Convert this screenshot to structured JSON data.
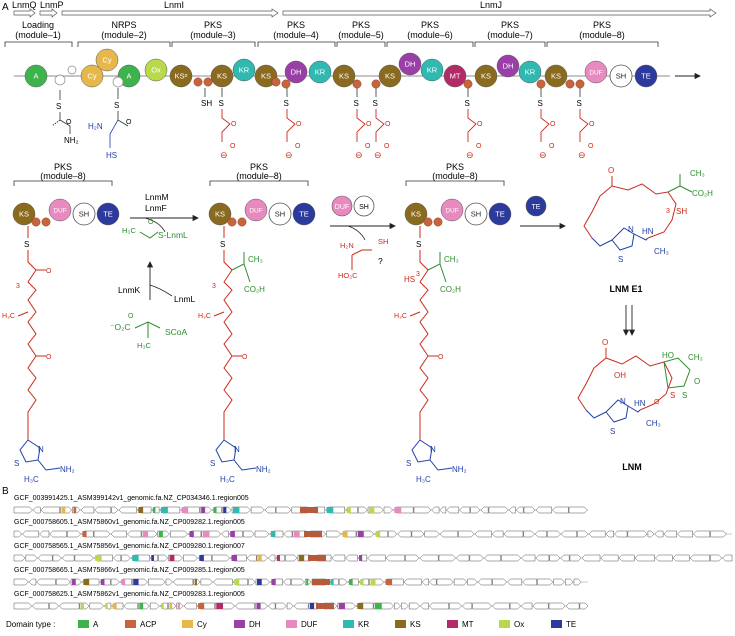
{
  "panel_labels": {
    "a": "A",
    "b": "B"
  },
  "genes": {
    "lnmq": "LnmQ",
    "lnmp": "LnmP",
    "lnmi": "LnmI",
    "lnmj": "LnmJ"
  },
  "modules": {
    "loading": [
      "Loading",
      "(module–1)"
    ],
    "nrps": [
      "NRPS",
      "(module–2)"
    ],
    "pks3": [
      "PKS",
      "(module–3)"
    ],
    "pks4": [
      "PKS",
      "(module–4)"
    ],
    "pks5": [
      "PKS",
      "(module–5)"
    ],
    "pks6": [
      "PKS",
      "(module–6)"
    ],
    "pks7": [
      "PKS",
      "(module–7)"
    ],
    "pks8": [
      "PKS",
      "(module–8)"
    ],
    "pks8_label": "PKS",
    "pks8_sub": "(module–8)"
  },
  "domains": {
    "A": "A",
    "Cy": "Cy",
    "Ox": "Ox",
    "KSq": "KSᵒ",
    "KS": "KS",
    "KR": "KR",
    "DH": "DH",
    "MT": "MT",
    "DUF": "DUF",
    "SH": "SH",
    "TE": "TE"
  },
  "chem": {
    "S": "S",
    "O": "O",
    "NH2": "NH₂",
    "H2N": "H₂N",
    "HS": "HS",
    "SH": "SH",
    "minus": "⊖",
    "three": "3",
    "H3C": "H₃C",
    "CO2H": "CO₂H",
    "HO2C": "HO₂C",
    "N": "N",
    "NH": "NH",
    "HN": "HN",
    "OH": "OH",
    "HO": "HO",
    "SLnmL": "S-LnmL",
    "SCoA": "SCoA",
    "O2C": "⁻O₂C",
    "Me": "H₃C",
    "CH3": "CH₃",
    "CH3b": "CH₃",
    "qmark": "?"
  },
  "enzymes": {
    "lnmm": "LnmM",
    "lnmf": "LnmF",
    "lnmk": "LnmK",
    "lnml": "LnmL"
  },
  "products": {
    "e1": "LNM E1",
    "lnm": "LNM"
  },
  "legend": {
    "title": "Domain type :",
    "items": [
      {
        "label": "A",
        "color": "#3cb44b"
      },
      {
        "label": "ACP",
        "color": "#c8643c"
      },
      {
        "label": "Cy",
        "color": "#e6b84c"
      },
      {
        "label": "DH",
        "color": "#9b3fa8"
      },
      {
        "label": "DUF",
        "color": "#e88ac0"
      },
      {
        "label": "KR",
        "color": "#2fb9b0"
      },
      {
        "label": "KS",
        "color": "#8a6a1f"
      },
      {
        "label": "MT",
        "color": "#b22a66"
      },
      {
        "label": "Ox",
        "color": "#b8d94a"
      },
      {
        "label": "TE",
        "color": "#2b3a9c"
      }
    ]
  },
  "clusters": [
    "GCF_003991425.1_ASM399142v1_genomic.fa.NZ_CP034346.1.region005",
    "GCF_000758605.1_ASM75860v1_genomic.fa.NZ_CP009282.1.region005",
    "GCF_000758565.1_ASM75856v1_genomic.fa.NZ_CP009280.1.region007",
    "GCF_000758665.1_ASM75866v1_genomic.fa.NZ_CP009285.1.region005",
    "GCF_000758625.1_ASM75862v1_genomic.fa.NZ_CP009283.1.region005"
  ],
  "colors": {
    "A": "#3cb44b",
    "Cy": "#e6b84c",
    "Ox": "#b8d94a",
    "KS": "#8a6a1f",
    "KR": "#2fb9b0",
    "DH": "#9b3fa8",
    "MT": "#b22a66",
    "DUF": "#e88ac0",
    "TE": "#2b3a9c",
    "ACP": "#c8643c",
    "red": "#cc2a1a",
    "blue": "#1f3fa8",
    "green": "#2e8b2e"
  }
}
